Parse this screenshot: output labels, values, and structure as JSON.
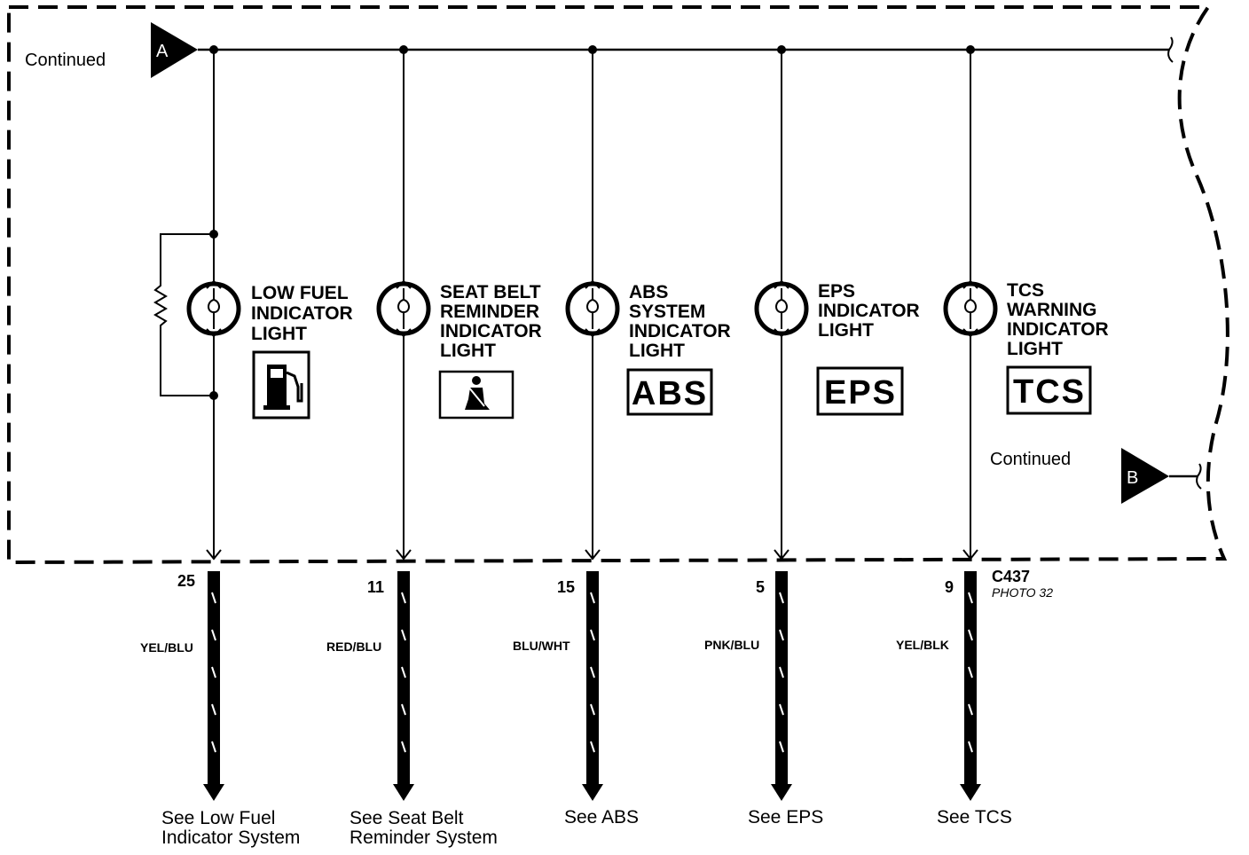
{
  "top_continued": "Continued",
  "connector_a": "A",
  "connector_b": "B",
  "bottom_continued": "Continued",
  "connector": {
    "id": "C437",
    "photo": "PHOTO 32"
  },
  "circuits": [
    {
      "id": "low-fuel",
      "label": [
        "LOW FUEL",
        "INDICATOR",
        "LIGHT"
      ],
      "icon": "fuel-pump-icon",
      "pin": "25",
      "wire": "YEL/BLU",
      "dest": [
        "See Low Fuel",
        "Indicator System"
      ]
    },
    {
      "id": "seat-belt",
      "label": [
        "SEAT BELT",
        "REMINDER",
        "INDICATOR",
        "LIGHT"
      ],
      "icon": "seat-belt-icon",
      "pin": "11",
      "wire": "RED/BLU",
      "dest": [
        "See Seat Belt",
        "Reminder System"
      ]
    },
    {
      "id": "abs",
      "label": [
        "ABS",
        "SYSTEM",
        "INDICATOR",
        "LIGHT"
      ],
      "badge": "ABS",
      "pin": "15",
      "wire": "BLU/WHT",
      "dest": [
        "See ABS"
      ]
    },
    {
      "id": "eps",
      "label": [
        "EPS",
        "INDICATOR",
        "LIGHT"
      ],
      "badge": "EPS",
      "pin": "5",
      "wire": "PNK/BLU",
      "dest": [
        "See EPS"
      ]
    },
    {
      "id": "tcs",
      "label": [
        "TCS",
        "WARNING",
        "INDICATOR",
        "LIGHT"
      ],
      "badge": "TCS",
      "pin": "9",
      "wire": "YEL/BLK",
      "dest": [
        "See TCS"
      ]
    }
  ]
}
